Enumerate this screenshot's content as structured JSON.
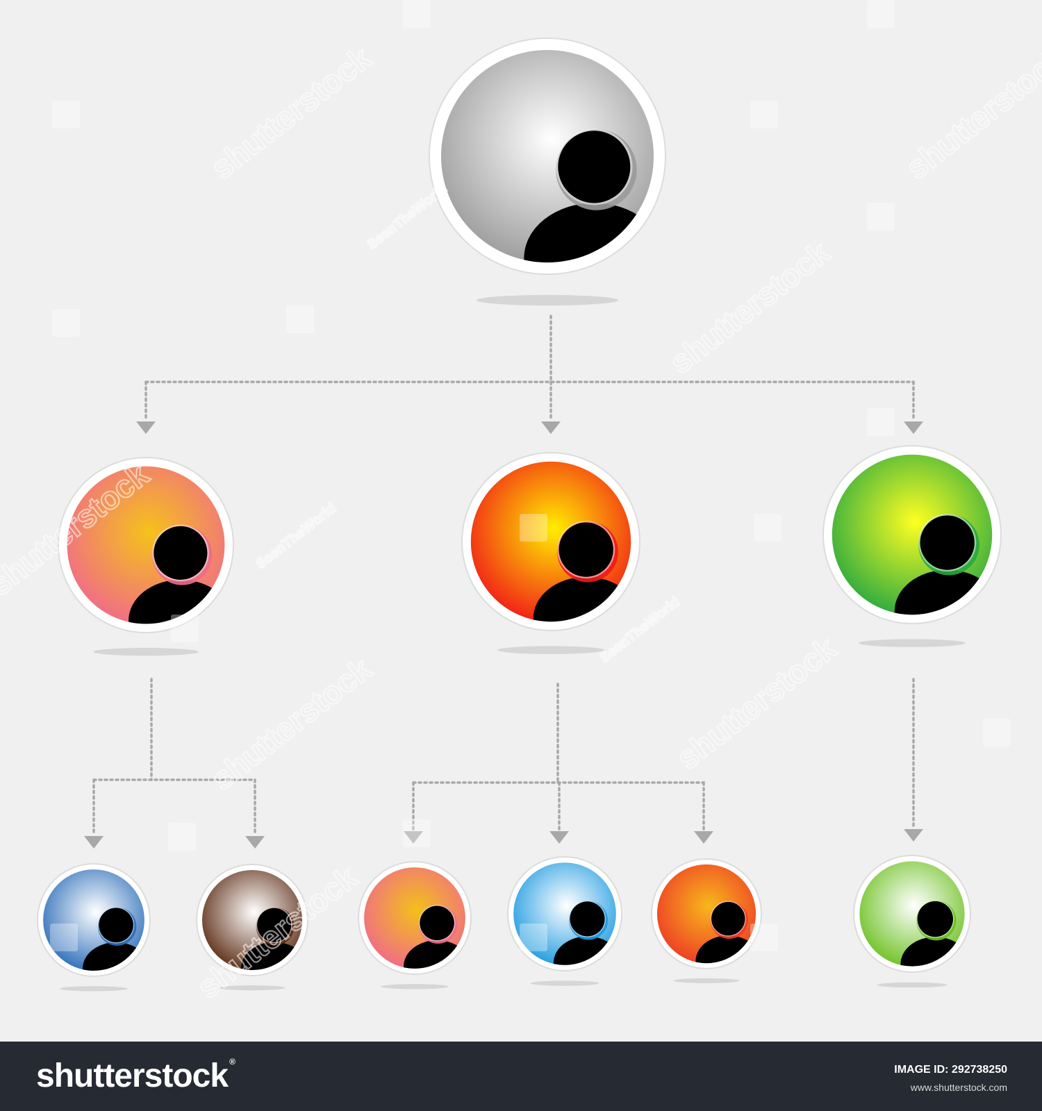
{
  "diagram": {
    "nodes": [
      {
        "id": "root",
        "level": 0,
        "color_center": "#ffffff",
        "color_edge": "#9a9a9a"
      },
      {
        "id": "l1-pink",
        "level": 1,
        "color_center": "#f5c21a",
        "color_edge": "#f06a8a"
      },
      {
        "id": "l1-red",
        "level": 1,
        "color_center": "#ffee00",
        "color_edge": "#f01818"
      },
      {
        "id": "l1-green",
        "level": 1,
        "color_center": "#ffff22",
        "color_edge": "#28a840"
      },
      {
        "id": "l2-blue",
        "level": 2,
        "color_center": "#ffffff",
        "color_edge": "#2a6cb8"
      },
      {
        "id": "l2-brown",
        "level": 2,
        "color_center": "#ffffff",
        "color_edge": "#5a2a12"
      },
      {
        "id": "l2-pink",
        "level": 2,
        "color_center": "#f3c01a",
        "color_edge": "#f06a8a"
      },
      {
        "id": "l2-cyan",
        "level": 2,
        "color_center": "#ffffff",
        "color_edge": "#1d9ae0"
      },
      {
        "id": "l2-orange",
        "level": 2,
        "color_center": "#f7b81c",
        "color_edge": "#ee3a26"
      },
      {
        "id": "l2-lightgreen",
        "level": 2,
        "color_center": "#ffffff",
        "color_edge": "#6cc020"
      }
    ],
    "edges": [
      {
        "from": "root",
        "to": "l1-pink"
      },
      {
        "from": "root",
        "to": "l1-red"
      },
      {
        "from": "root",
        "to": "l1-green"
      },
      {
        "from": "l1-pink",
        "to": "l2-blue"
      },
      {
        "from": "l1-pink",
        "to": "l2-brown"
      },
      {
        "from": "l1-red",
        "to": "l2-pink"
      },
      {
        "from": "l1-red",
        "to": "l2-cyan"
      },
      {
        "from": "l1-red",
        "to": "l2-orange"
      },
      {
        "from": "l1-green",
        "to": "l2-lightgreen"
      }
    ],
    "person_icon": "person-icon",
    "connector_color": "#a8a8a8",
    "background_color": "#f0f0f0"
  },
  "watermarks": {
    "brand_mark": "shutterstock",
    "credit_mark": "SeenTheWorld"
  },
  "footer": {
    "brand": "shutterstock",
    "image_id": "IMAGE ID: 292738250",
    "url": "www.shutterstock.com"
  }
}
